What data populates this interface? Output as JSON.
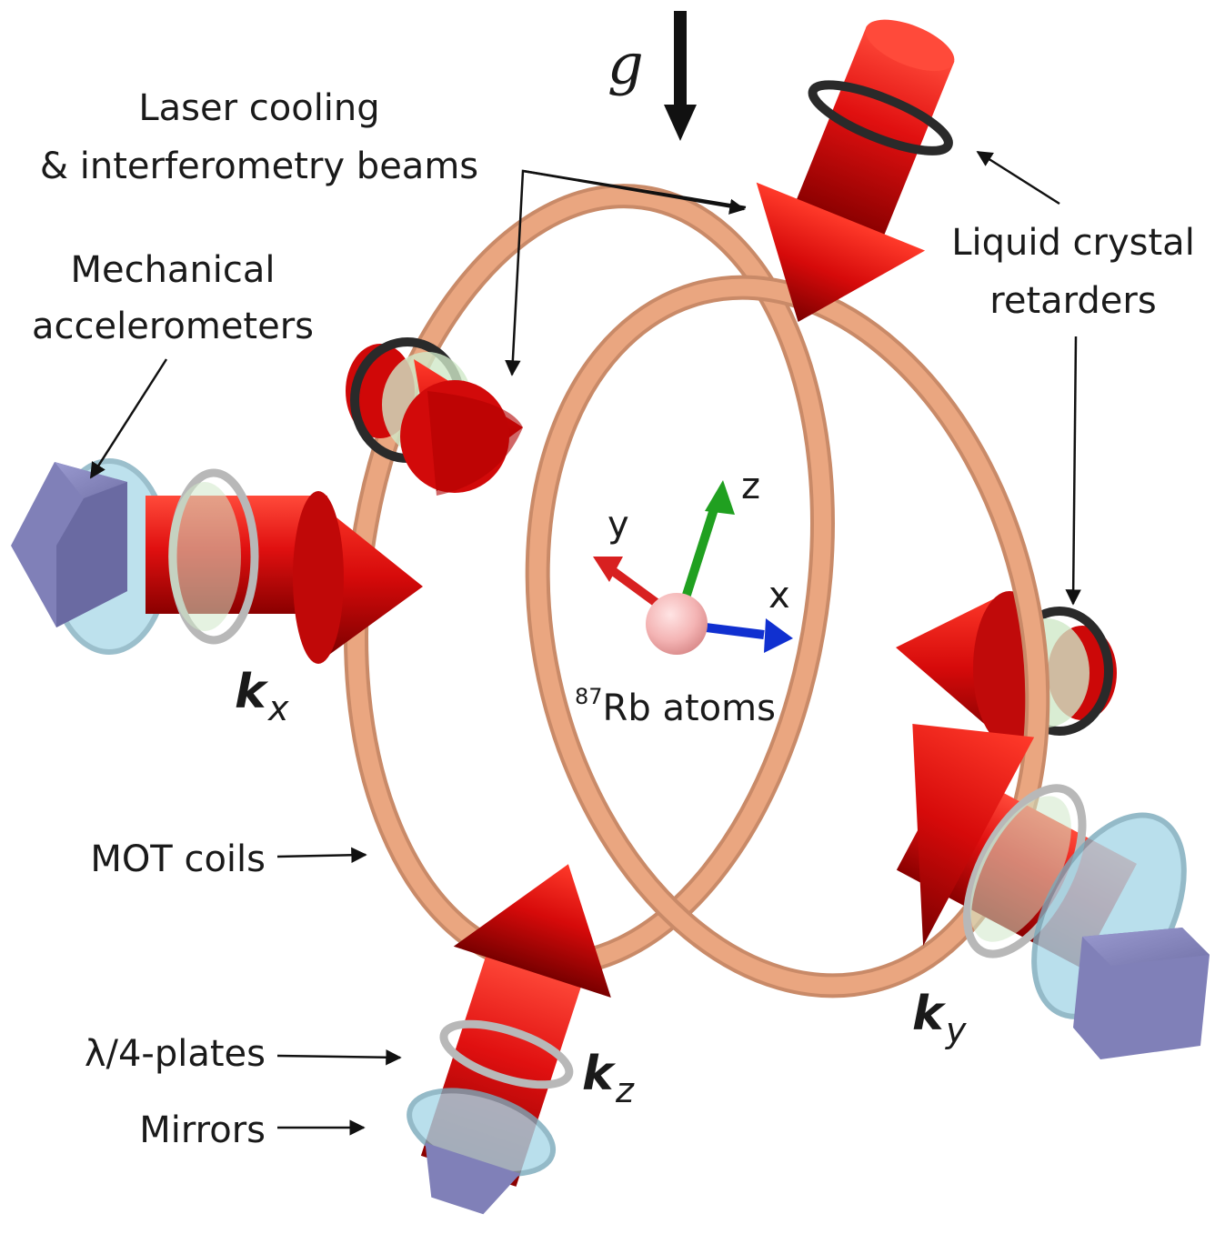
{
  "labels": {
    "gravity": "g",
    "laser_beams_line1": "Laser cooling",
    "laser_beams_line2": "& interferometry beams",
    "accelerometers_line1": "Mechanical",
    "accelerometers_line2": "accelerometers",
    "retarders_line1": "Liquid crystal",
    "retarders_line2": "retarders",
    "mot_coils": "MOT coils",
    "quarter_wave_plates": "λ/4-plates",
    "mirrors": "Mirrors",
    "atoms_isotope": "87",
    "atoms_text": "Rb atoms",
    "axis_x": "x",
    "axis_y": "y",
    "axis_z": "z",
    "kx_main": "k",
    "kx_sub": "x",
    "ky_main": "k",
    "ky_sub": "y",
    "kz_main": "k",
    "kz_sub": "z"
  },
  "colors": {
    "beam": "#e01010",
    "coil": "#e8a07c",
    "mirror": "#8080b8",
    "plate": "#a8d8e8",
    "retarder_ring": "#333333",
    "axis_x": "#1030d0",
    "axis_y": "#e02020",
    "axis_z": "#20a020",
    "atom": "#f4b4b4"
  }
}
